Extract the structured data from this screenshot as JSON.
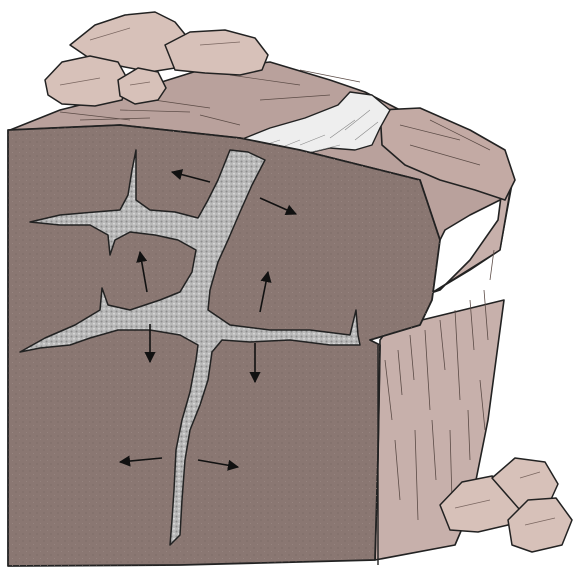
{
  "diagram": {
    "subject": "frost-wedging-rock-block",
    "colors": {
      "rock_face": "#8a7772",
      "rock_top": "#b9a19c",
      "rock_side": "#c7b0ab",
      "boulder": "#d7c1b9",
      "ice": "#c9c9c9",
      "snow": "#eeeeee",
      "outline": "#222222"
    },
    "arrows": [
      {
        "name": "arrow-upper-left-pointing-left"
      },
      {
        "name": "arrow-upper-right-pointing-right"
      },
      {
        "name": "arrow-middle-left-pointing-up"
      },
      {
        "name": "arrow-middle-right-pointing-up"
      },
      {
        "name": "arrow-lower-left-pointing-down"
      },
      {
        "name": "arrow-lower-right-pointing-down"
      },
      {
        "name": "arrow-bottom-pointing-left"
      },
      {
        "name": "arrow-bottom-pointing-right"
      }
    ]
  }
}
